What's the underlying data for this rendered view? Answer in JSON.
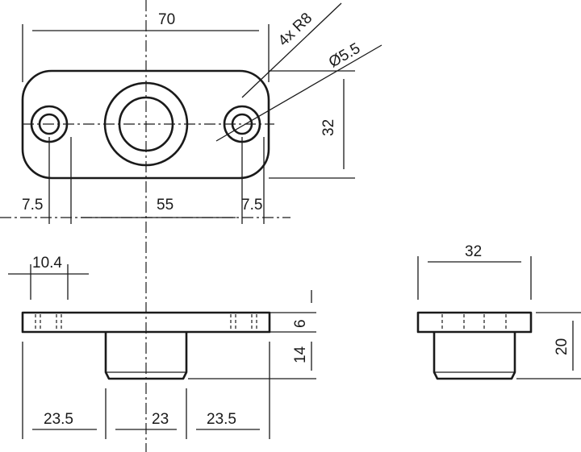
{
  "dimensions": {
    "overall_length": "70",
    "corner_radius": "4x R8",
    "hole_diameter": "Ø5.5",
    "plate_width": "32",
    "edge_left": "7.5",
    "hole_spacing": "55",
    "edge_right": "7.5",
    "counterbore": "10.4",
    "plate_thickness": "6",
    "boss_height": "14",
    "side_width": "32",
    "total_height": "20",
    "base_left": "23.5",
    "boss_diameter": "23",
    "base_right": "23.5"
  }
}
